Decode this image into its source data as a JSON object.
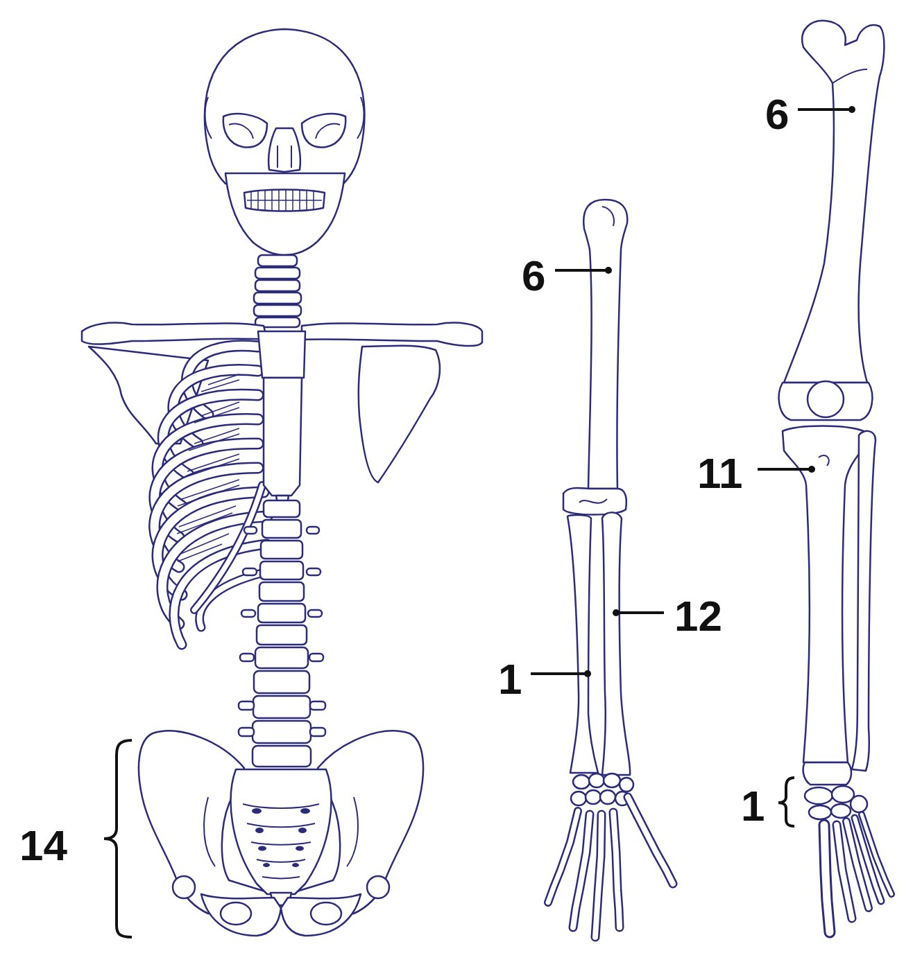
{
  "diagram": {
    "labels": [
      "6",
      "6",
      "11",
      "12",
      "1",
      "1",
      "14"
    ]
  }
}
